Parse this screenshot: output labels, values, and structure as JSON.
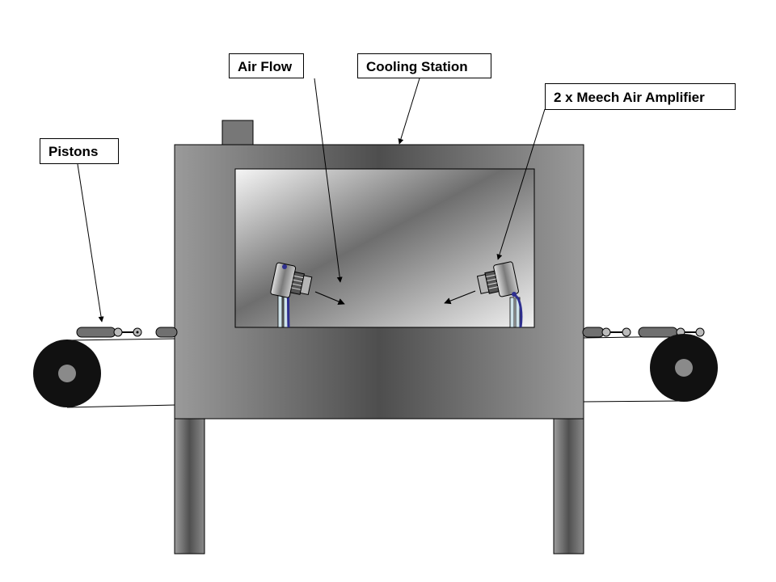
{
  "labels": {
    "air_flow": "Air Flow",
    "cooling_station": "Cooling Station",
    "amplifiers": "2 x Meech Air Amplifier",
    "pistons": "Pistons"
  },
  "colors": {
    "frame_dark": "#4e4e4e",
    "frame_light": "#9a9a9a",
    "roller": "#111111",
    "roller_hub": "#8a8a8a",
    "hose": "#2e2f8f",
    "pipe": "#cfe3ea"
  },
  "icons": [
    "air-amplifier-icon",
    "roller-icon",
    "piston-icon"
  ]
}
